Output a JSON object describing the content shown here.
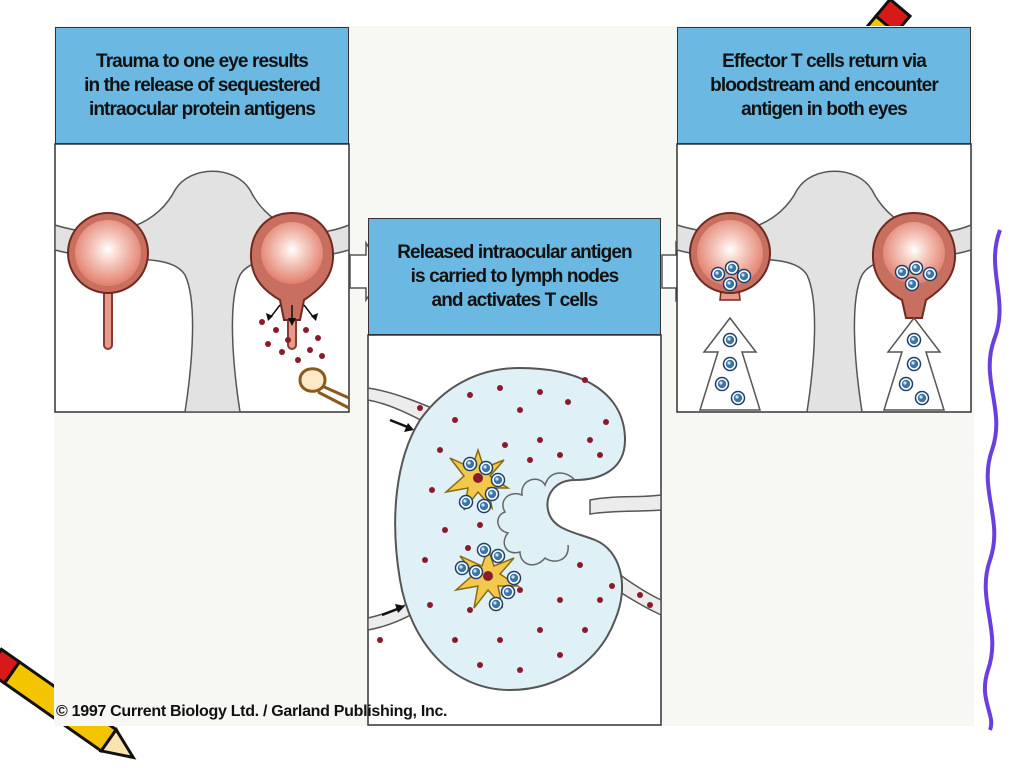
{
  "panels": [
    {
      "caption": "Trauma to one eye results\nin the release of sequestered\nintraocular protein antigens"
    },
    {
      "caption": "Released intraocular antigen\nis carried to lymph nodes\nand activates T cells"
    },
    {
      "caption": "Effector T cells return via\nbloodstream and encounter\nantigen in both eyes"
    }
  ],
  "copyright": "© 1997 Current Biology Ltd. / Garland Publishing, Inc.",
  "colors": {
    "header_blue": "#6bb9e2",
    "lymph_fill": "#dff1f7",
    "antigen_dot": "#8b1a2a",
    "t_cell": "#2a5d8f",
    "dendritic_cell": "#f2c94c",
    "eye_fill": "#e89a8a",
    "vessel_gray": "#e2e2e2",
    "border_squiggle": "#6a3fe0"
  },
  "icons": [
    "pencil-icon",
    "pencil-icon"
  ]
}
